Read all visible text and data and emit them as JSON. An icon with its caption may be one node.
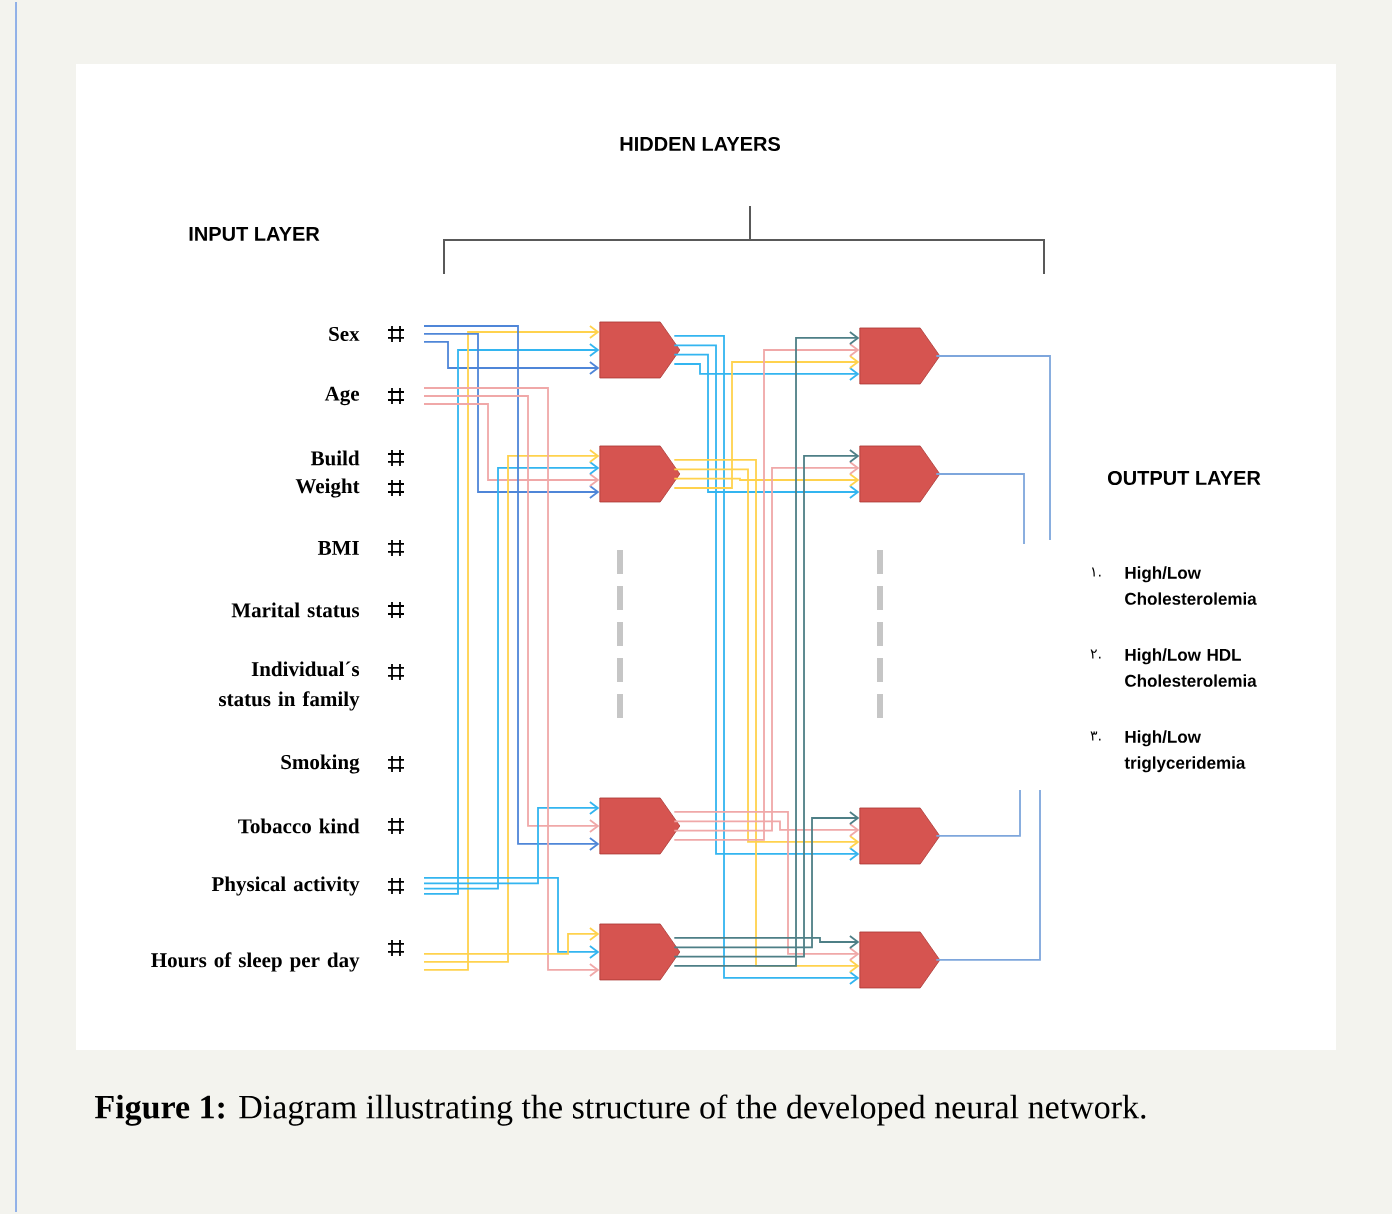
{
  "diagram": {
    "caption": "**Figure 1:** Diagram illustrating the structure of the developed neural network.",
    "nodes": [
      {
        "text": [
          "Sex"
        ]
      },
      {
        "text": [
          "Age"
        ]
      },
      {
        "text": [
          "Build"
        ]
      },
      {
        "text": [
          "Weight"
        ]
      },
      {
        "text": [
          "BMI"
        ]
      },
      {
        "text": [
          "Marital status"
        ]
      },
      {
        "text": [
          "Individual´s status in family"
        ]
      },
      {
        "text": [
          "Smoking"
        ]
      },
      {
        "text": [
          "Tobacco kind"
        ]
      },
      {
        "text": [
          "Physical activity"
        ]
      },
      {
        "text": [
          "Hours of sleep per day"
        ]
      },
      {
        "text": [],
        "shape": "pentagon"
      },
      {
        "text": [],
        "shape": "pentagon"
      },
      {
        "text": [],
        "shape": "pentagon"
      },
      {
        "text": [],
        "shape": "pentagon"
      },
      {
        "text": [],
        "shape": "pentagon"
      },
      {
        "text": [],
        "shape": "pentagon"
      },
      {
        "text": [],
        "shape": "pentagon"
      },
      {
        "text": [],
        "shape": "pentagon"
      },
      {
        "text": [
          "High/Low Cholesterolemia"
        ]
      },
      {
        "text": [
          "High/Low HDL Cholesterolemia"
        ]
      },
      {
        "text": [
          "High/Low triglyceridemia"
        ]
      }
    ],
    "edges": [
      {
        "from": 0,
        "to": 11,
        "arrow": "to",
        "color": "#4f86d8"
      },
      {
        "from": 9,
        "to": 11,
        "arrow": "to",
        "color": "#33b5f0"
      },
      {
        "from": 10,
        "to": 11,
        "arrow": "to",
        "color": "#ffd24d"
      },
      {
        "from": 0,
        "to": 12,
        "arrow": "to",
        "color": "#4f86d8"
      },
      {
        "from": 1,
        "to": 12,
        "arrow": "to",
        "color": "#f0a8a8"
      },
      {
        "from": 9,
        "to": 12,
        "arrow": "to",
        "color": "#33b5f0"
      },
      {
        "from": 10,
        "to": 12,
        "arrow": "to",
        "color": "#ffd24d"
      },
      {
        "from": 0,
        "to": 13,
        "arrow": "to",
        "color": "#4f86d8"
      },
      {
        "from": 1,
        "to": 13,
        "arrow": "to",
        "color": "#f0a8a8"
      },
      {
        "from": 9,
        "to": 13,
        "arrow": "to",
        "color": "#33b5f0"
      },
      {
        "from": 1,
        "to": 14,
        "arrow": "to",
        "color": "#f0a8a8"
      },
      {
        "from": 9,
        "to": 14,
        "arrow": "to",
        "color": "#33b5f0"
      },
      {
        "from": 10,
        "to": 14,
        "arrow": "to",
        "color": "#ffd24d"
      },
      {
        "from": 11,
        "to": 15,
        "arrow": "to",
        "color": "#33b5f0"
      },
      {
        "from": 11,
        "to": 16,
        "arrow": "to",
        "color": "#33b5f0"
      },
      {
        "from": 11,
        "to": 17,
        "arrow": "to",
        "color": "#33b5f0"
      },
      {
        "from": 11,
        "to": 18,
        "arrow": "to",
        "color": "#33b5f0"
      },
      {
        "from": 12,
        "to": 15,
        "arrow": "to",
        "color": "#ffd24d"
      },
      {
        "from": 12,
        "to": 16,
        "arrow": "to",
        "color": "#ffd24d"
      },
      {
        "from": 12,
        "to": 17,
        "arrow": "to",
        "color": "#ffd24d"
      },
      {
        "from": 12,
        "to": 18,
        "arrow": "to",
        "color": "#ffd24d"
      },
      {
        "from": 13,
        "to": 15,
        "arrow": "to",
        "color": "#f0a8a8"
      },
      {
        "from": 13,
        "to": 16,
        "arrow": "to",
        "color": "#f0a8a8"
      },
      {
        "from": 13,
        "to": 17,
        "arrow": "to",
        "color": "#f0a8a8"
      },
      {
        "from": 13,
        "to": 18,
        "arrow": "to",
        "color": "#f0a8a8"
      },
      {
        "from": 14,
        "to": 15,
        "arrow": "to",
        "color": "#4e7f86"
      },
      {
        "from": 14,
        "to": 16,
        "arrow": "to",
        "color": "#4e7f86"
      },
      {
        "from": 14,
        "to": 17,
        "arrow": "to",
        "color": "#4e7f86"
      },
      {
        "from": 14,
        "to": 18,
        "arrow": "to",
        "color": "#4e7f86"
      },
      {
        "from": 15,
        "to": null,
        "arrow": "none",
        "color": "#7ea6dc"
      },
      {
        "from": 16,
        "to": null,
        "arrow": "none",
        "color": "#7ea6dc"
      },
      {
        "from": 17,
        "to": null,
        "arrow": "none",
        "color": "#7ea6dc"
      },
      {
        "from": 18,
        "to": null,
        "arrow": "none",
        "color": "#7ea6dc"
      }
    ],
    "labels": [
      "HIDDEN LAYERS",
      "INPUT LAYER",
      "OUTPUT LAYER",
      "١.",
      "٢.",
      "٣."
    ]
  }
}
